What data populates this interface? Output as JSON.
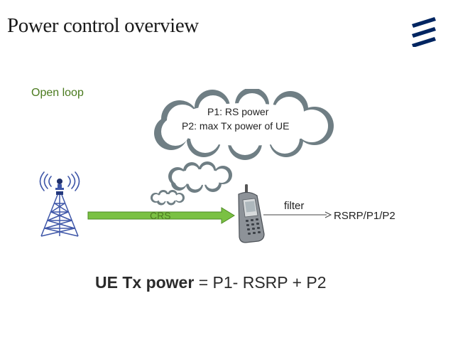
{
  "slide": {
    "title": "Power control overview",
    "section_label": "Open loop",
    "cloud_lines": [
      "P1: RS power",
      "P2: max Tx power of UE"
    ],
    "signal_label": "CRS",
    "filter_label": "filter",
    "output_label": "RSRP/P1/P2",
    "formula_bold": "UE Tx power",
    "formula_rest": " = P1- RSRP + P2"
  },
  "colors": {
    "brand": "#002561",
    "arrow_green": "#7ac143",
    "text_green": "#4a7a1e",
    "tower_blue": "#3e56a8",
    "cloud_edge": "#6f7e84"
  },
  "icons": {
    "logo": "ericsson-logo-icon",
    "tower": "radio-tower-icon",
    "phone": "mobile-phone-icon",
    "clouds": "cloud-icon"
  }
}
